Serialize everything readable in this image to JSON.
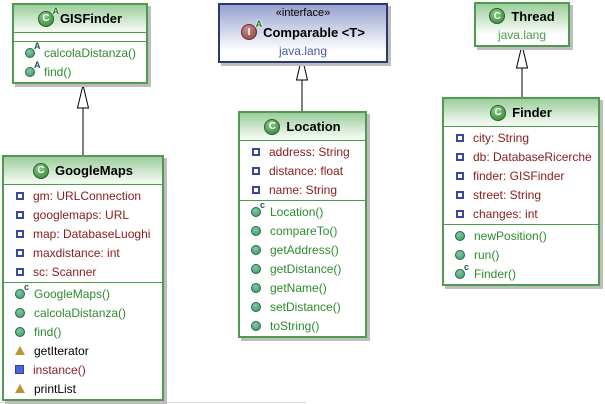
{
  "icons": {
    "class_letter": "C",
    "interface_letter": "I",
    "abstract_sup": "A",
    "constructor_sup": "c"
  },
  "classes": {
    "gisfinder": {
      "name": "GISFinder",
      "kind": "abstract class",
      "fields": [],
      "methods": [
        {
          "kind": "abstract-method",
          "text": "calcolaDistanza()"
        },
        {
          "kind": "abstract-method",
          "text": "find()"
        }
      ]
    },
    "comparable": {
      "stereotype": "«interface»",
      "name": "Comparable <T>",
      "package": "java.lang",
      "kind": "interface"
    },
    "thread": {
      "name": "Thread",
      "package": "java.lang",
      "kind": "class"
    },
    "googlemaps": {
      "name": "GoogleMaps",
      "kind": "class",
      "fields": [
        {
          "kind": "field",
          "text": "gm: URLConnection"
        },
        {
          "kind": "field",
          "text": "googlemaps: URL"
        },
        {
          "kind": "field",
          "text": "map: DatabaseLuoghi"
        },
        {
          "kind": "field",
          "text": "maxdistance: int"
        },
        {
          "kind": "field",
          "text": "sc: Scanner"
        }
      ],
      "methods": [
        {
          "kind": "constructor",
          "text": "GoogleMaps()"
        },
        {
          "kind": "method",
          "text": "calcolaDistanza()"
        },
        {
          "kind": "method",
          "text": "find()"
        },
        {
          "kind": "package-method",
          "text": "getIterator"
        },
        {
          "kind": "private-static",
          "text": "instance()"
        },
        {
          "kind": "package-method",
          "text": "printList"
        }
      ]
    },
    "location": {
      "name": "Location",
      "kind": "class",
      "fields": [
        {
          "kind": "field",
          "text": "address: String"
        },
        {
          "kind": "field",
          "text": "distance: float"
        },
        {
          "kind": "field",
          "text": "name: String"
        }
      ],
      "methods": [
        {
          "kind": "constructor",
          "text": "Location()"
        },
        {
          "kind": "method",
          "text": "compareTo()"
        },
        {
          "kind": "method",
          "text": "getAddress()"
        },
        {
          "kind": "method",
          "text": "getDistance()"
        },
        {
          "kind": "method",
          "text": "getName()"
        },
        {
          "kind": "method",
          "text": "setDistance()"
        },
        {
          "kind": "method",
          "text": "toString()"
        }
      ]
    },
    "finder": {
      "name": "Finder",
      "kind": "class",
      "fields": [
        {
          "kind": "field",
          "text": "city: String"
        },
        {
          "kind": "field",
          "text": "db: DatabaseRicerche"
        },
        {
          "kind": "field",
          "text": "finder: GISFinder"
        },
        {
          "kind": "field",
          "text": "street: String"
        },
        {
          "kind": "field",
          "text": "changes: int"
        }
      ],
      "methods": [
        {
          "kind": "method",
          "text": "newPosition()"
        },
        {
          "kind": "method",
          "text": "run()"
        },
        {
          "kind": "constructor",
          "text": "Finder()"
        }
      ]
    }
  },
  "relations": [
    {
      "from": "GoogleMaps",
      "to": "GISFinder",
      "type": "generalization"
    },
    {
      "from": "Location",
      "to": "Comparable",
      "type": "realization"
    },
    {
      "from": "Finder",
      "to": "Thread",
      "type": "generalization"
    }
  ],
  "colors": {
    "class_border": "#4E9A4E",
    "interface_border": "#2B3A6E",
    "field_text": "#8B1A1A",
    "method_text": "#2E8B2E",
    "package_text_green": "#4E9A4E",
    "package_text_blue": "#4A5AA5",
    "header_green": "#9CCD9C",
    "header_blue": "#97A2CE"
  }
}
